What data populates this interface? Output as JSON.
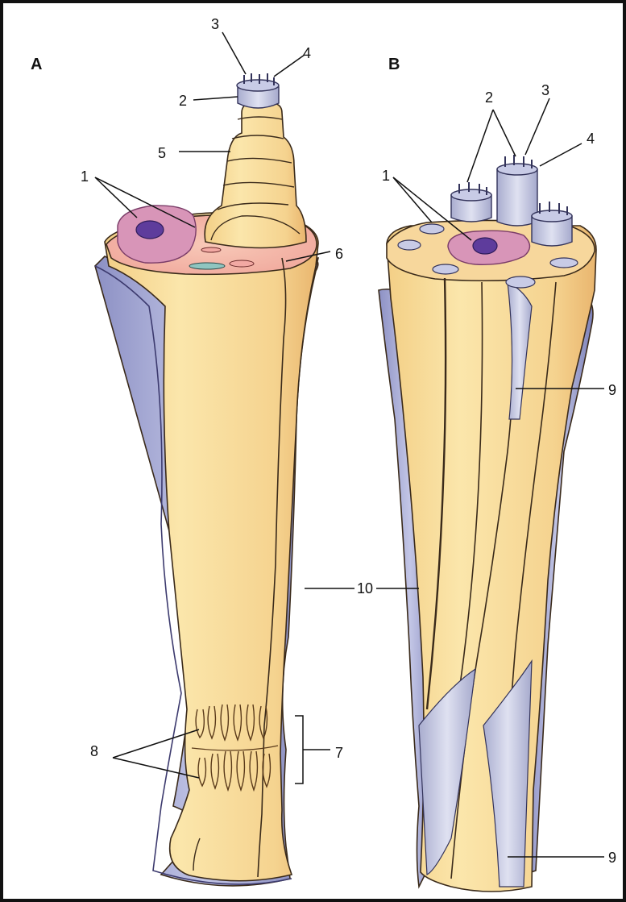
{
  "figure": {
    "panels": [
      {
        "id": "A",
        "label": "A"
      },
      {
        "id": "B",
        "label": "B"
      }
    ],
    "labels_a": [
      "1",
      "2",
      "3",
      "4",
      "5",
      "6",
      "7",
      "8",
      "10"
    ],
    "labels_b": [
      "1",
      "2",
      "3",
      "4",
      "9",
      "9"
    ],
    "colors": {
      "cytoplasm": "#f7dc97",
      "cytoplasm_shade": "#edbb73",
      "cytoplasm_pink": "#f2b2ac",
      "nucleus_bg": "#d98fb4",
      "nucleus": "#5e3c9c",
      "axon": "#b8bcdc",
      "basal_lamina": "#a9aed8",
      "basal_lamina_dark": "#6c70a6"
    }
  }
}
